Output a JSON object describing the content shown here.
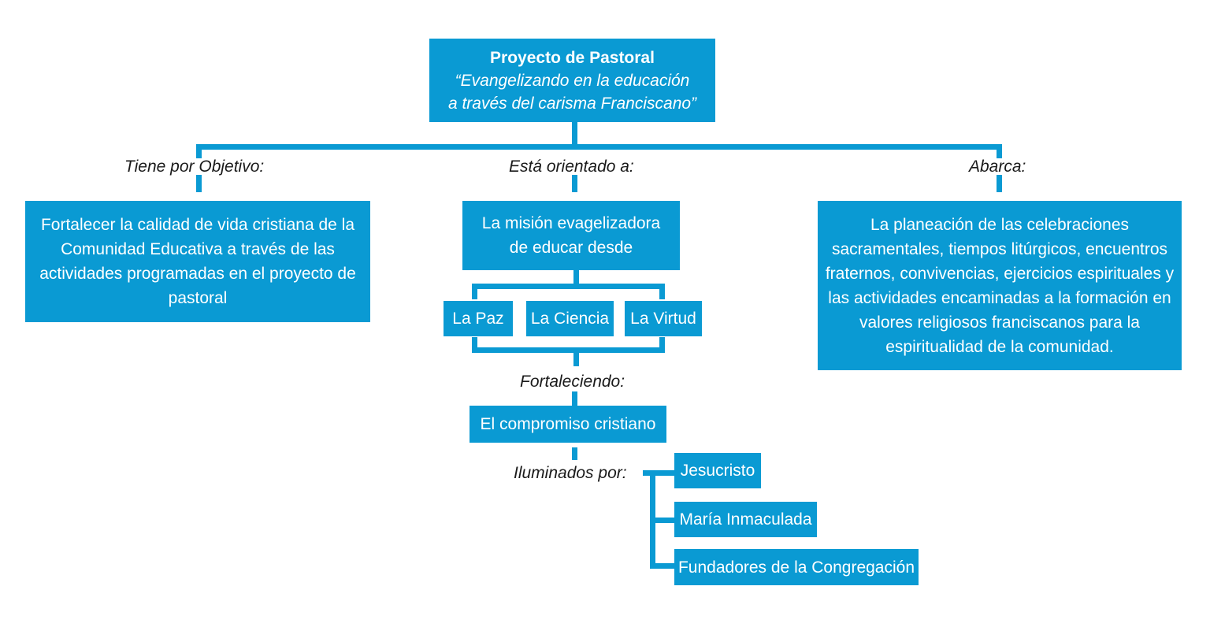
{
  "accent_color": "#0a9ad3",
  "root": {
    "title": "Proyecto de Pastoral",
    "subtitle_line1": "“Evangelizando en la educación",
    "subtitle_line2": "a través del carisma Franciscano”"
  },
  "branch_labels": {
    "objetivo": "Tiene por Objetivo:",
    "orientado": "Está orientado a:",
    "abarca": "Abarca:",
    "fortaleciendo": "Fortaleciendo:",
    "iluminados": "Iluminados por:"
  },
  "objetivo_box": {
    "lines": [
      "Fortalecer la calidad de vida cristiana de la",
      "Comunidad Educativa a través de las",
      "actividades programadas en el proyecto de",
      "pastoral"
    ]
  },
  "mision_box": {
    "lines": [
      "La misión evagelizadora",
      "de educar desde"
    ]
  },
  "values": [
    "La Paz",
    "La Ciencia",
    "La Virtud"
  ],
  "compromiso": "El compromiso cristiano",
  "iluminados_items": [
    "Jesucristo",
    "María Inmaculada",
    "Fundadores de la Congregación"
  ],
  "abarca_box": {
    "lines": [
      "La planeación de las celebraciones",
      "sacramentales, tiempos litúrgicos, encuentros",
      "fraternos, convivencias, ejercicios espirituales y",
      "las actividades encaminadas a la formación en",
      "valores religiosos franciscanos para la",
      "espiritualidad de la comunidad."
    ]
  }
}
